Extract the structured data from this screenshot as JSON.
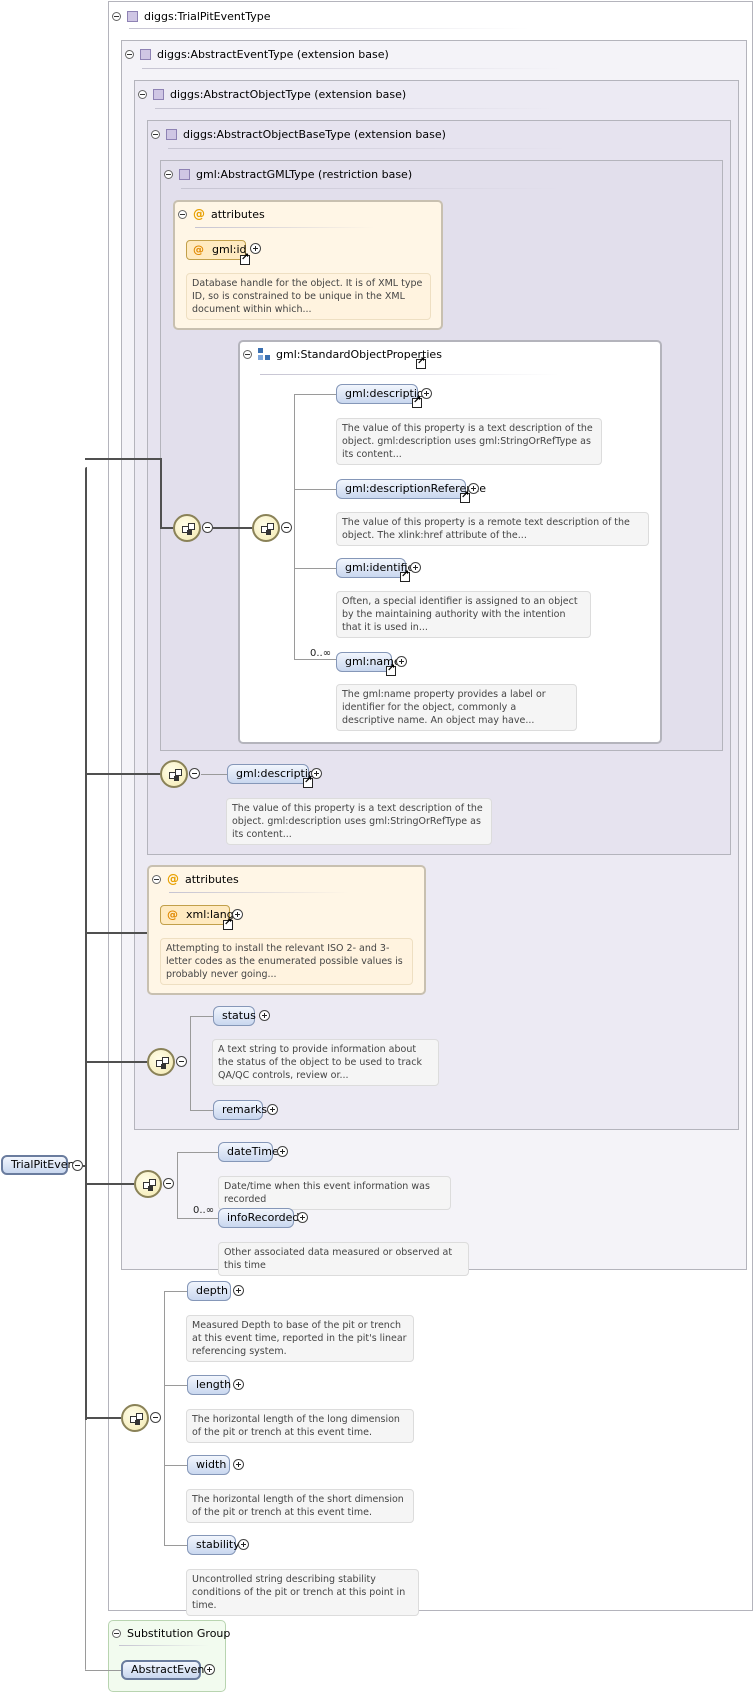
{
  "root_element": "TrialPitEvent",
  "type_boxes": {
    "trial_pit_event_type": "diggs:TrialPitEventType",
    "abstract_event_type": "diggs:AbstractEventType (extension base)",
    "abstract_object_type": "diggs:AbstractObjectType (extension base)",
    "abstract_object_base_type": "diggs:AbstractObjectBaseType (extension base)",
    "abstract_gml_type": "gml:AbstractGMLType (restriction base)"
  },
  "gml_attributes": {
    "title": "attributes",
    "attr_name": "gml:id",
    "doc": "Database handle for the object. It is of XML type ID, so is constrained to be unique in the XML document within which..."
  },
  "standard_object_properties": {
    "title": "gml:StandardObjectProperties",
    "items": [
      {
        "name": "gml:description",
        "doc": "The value of this property is a text description of the object. gml:description uses gml:StringOrRefType as its content..."
      },
      {
        "name": "gml:descriptionReference",
        "doc": "The value of this property is a remote text description of the object. The xlink:href attribute of the..."
      },
      {
        "name": "gml:identifier",
        "doc": "Often, a special identifier is assigned to an object by the maintaining authority with the intention that it is used in..."
      },
      {
        "name": "gml:name",
        "doc": "The gml:name property provides a label or identifier for the object, commonly a descriptive name. An object may have...",
        "occurrence": "0..∞"
      }
    ]
  },
  "base_description": {
    "name": "gml:description",
    "doc": "The value of this property is a text description of the object. gml:description uses gml:StringOrRefType as its content..."
  },
  "object_attributes": {
    "title": "attributes",
    "attr_name": "xml:lang",
    "doc": "Attempting to install the relevant ISO 2- and 3-letter codes as the enumerated possible values is probably never going..."
  },
  "object_sequence": [
    {
      "name": "status",
      "doc": "A text string to provide information about the status of the object to be used to track QA/QC controls, review or..."
    },
    {
      "name": "remarks",
      "doc": ""
    }
  ],
  "event_sequence": [
    {
      "name": "dateTime",
      "doc": "Date/time when this event information was recorded"
    },
    {
      "name": "infoRecorded",
      "doc": "Other associated data measured or observed at this time",
      "occurrence": "0..∞"
    }
  ],
  "pit_sequence": [
    {
      "name": "depth",
      "doc": "Measured Depth to base of the pit or trench at this event time, reported in the pit's linear referencing system."
    },
    {
      "name": "length",
      "doc": "The horizontal length of the long dimension of the pit or trench at this event time."
    },
    {
      "name": "width",
      "doc": "The horizontal length of the short dimension of the pit or trench at this event time."
    },
    {
      "name": "stability",
      "doc": "Uncontrolled string describing stability conditions of the pit or trench at this point in time."
    }
  ],
  "substitution_group": {
    "title": "Substitution Group",
    "element": "AbstractEvent"
  }
}
